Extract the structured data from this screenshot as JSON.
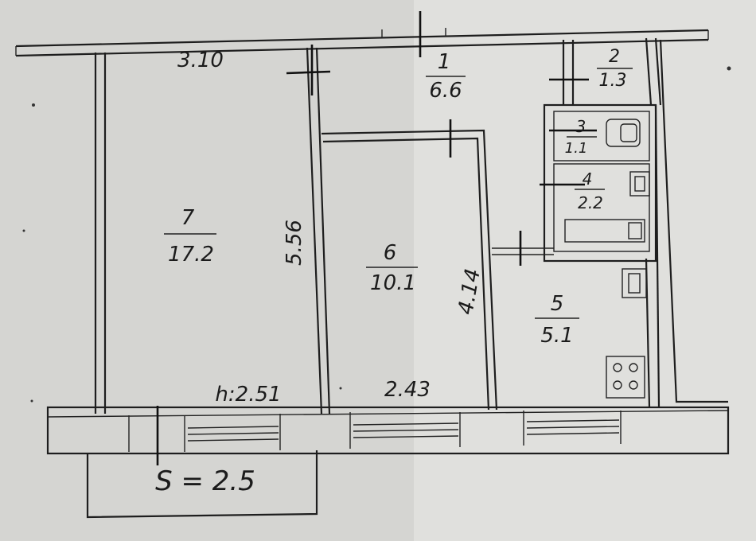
{
  "plan": {
    "rooms": [
      {
        "number": "1",
        "area": "6.6"
      },
      {
        "number": "2",
        "area": "1.3"
      },
      {
        "number": "3",
        "area": "1.1"
      },
      {
        "number": "4",
        "area": "2.2"
      },
      {
        "number": "5",
        "area": "5.1"
      },
      {
        "number": "6",
        "area": "10.1"
      },
      {
        "number": "7",
        "area": "17.2"
      }
    ],
    "dimensions": {
      "top_width": "3.10",
      "room7_length": "5.56",
      "room6_length": "4.14",
      "room6_width": "2.43"
    },
    "ceiling_height": "h:2.51",
    "balcony_area": "S = 2.5",
    "colors": {
      "paper": "#d9d9d6",
      "ink": "#1e1e1e"
    }
  }
}
